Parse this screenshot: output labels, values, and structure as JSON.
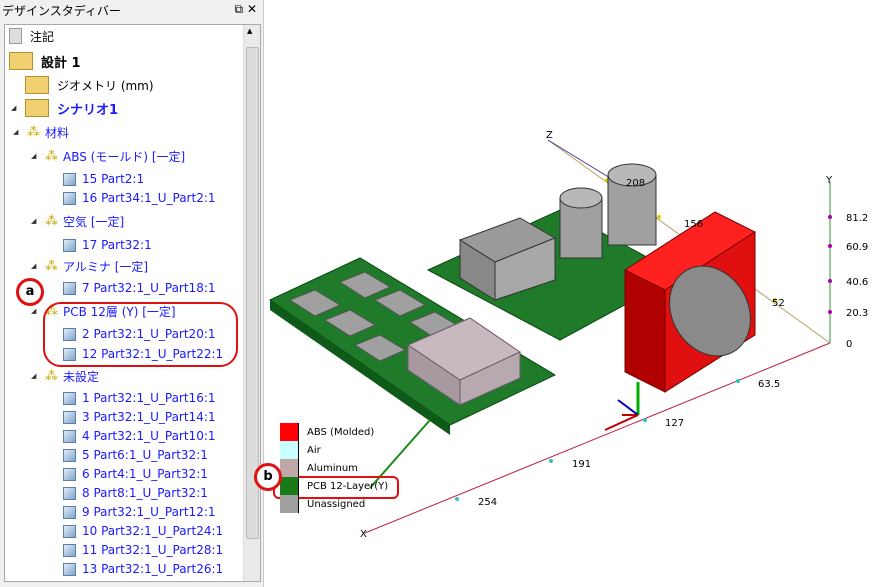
{
  "panel": {
    "title": "デザインスタディバー",
    "restore_icon": "restore-icon",
    "close_icon": "close-icon"
  },
  "tree": [
    {
      "label": "注記",
      "icon": "note"
    },
    {
      "label": "設計 1",
      "icon": "folder"
    },
    {
      "label": "ジオメトリ (mm)",
      "icon": "geometry"
    },
    {
      "label": "シナリオ1",
      "icon": "scenario"
    },
    {
      "label": "材料",
      "icon": "material"
    },
    {
      "label": "ABS (モールド) [一定]",
      "icon": "material"
    },
    {
      "label": "15 Part2:1",
      "icon": "cube"
    },
    {
      "label": "16 Part34:1_U_Part2:1",
      "icon": "cube"
    },
    {
      "label": "空気 [一定]",
      "icon": "material"
    },
    {
      "label": "17 Part32:1",
      "icon": "cube"
    },
    {
      "label": "アルミナ [一定]",
      "icon": "material"
    },
    {
      "label": "7 Part32:1_U_Part18:1",
      "icon": "cube"
    },
    {
      "label": "PCB 12層 (Y) [一定]",
      "icon": "material"
    },
    {
      "label": "2 Part32:1_U_Part20:1",
      "icon": "cube"
    },
    {
      "label": "12 Part32:1_U_Part22:1",
      "icon": "cube"
    },
    {
      "label": "未設定",
      "icon": "material"
    },
    {
      "label": "1 Part32:1_U_Part16:1",
      "icon": "cube"
    },
    {
      "label": "3 Part32:1_U_Part14:1",
      "icon": "cube"
    },
    {
      "label": "4 Part32:1_U_Part10:1",
      "icon": "cube"
    },
    {
      "label": "5 Part6:1_U_Part32:1",
      "icon": "cube"
    },
    {
      "label": "6 Part4:1_U_Part32:1",
      "icon": "cube"
    },
    {
      "label": "8 Part8:1_U_Part32:1",
      "icon": "cube"
    },
    {
      "label": "9 Part32:1_U_Part12:1",
      "icon": "cube"
    },
    {
      "label": "10 Part32:1_U_Part24:1",
      "icon": "cube"
    },
    {
      "label": "11 Part32:1_U_Part28:1",
      "icon": "cube"
    },
    {
      "label": "13 Part32:1_U_Part26:1",
      "icon": "cube"
    }
  ],
  "callouts": {
    "a": "a",
    "b": "b"
  },
  "legend": [
    {
      "label": "ABS (Molded)",
      "color": "#ff0000"
    },
    {
      "label": "Air",
      "color": "#c8ffff"
    },
    {
      "label": "Aluminum",
      "color": "#c0a8a8"
    },
    {
      "label": "PCB 12-Layer(Y)",
      "color": "#1a7a1a"
    },
    {
      "label": "Unassigned",
      "color": "#a0a0a0"
    }
  ],
  "axes": {
    "y_label": "Y",
    "z_label": "Z",
    "x_label": "X",
    "y_ticks": [
      "81.2",
      "60.9",
      "40.6",
      "20.3",
      "0"
    ],
    "x_ticks": [
      "63.5",
      "127",
      "191",
      "254"
    ],
    "z_ticks": [
      "52",
      "156",
      "208"
    ]
  }
}
